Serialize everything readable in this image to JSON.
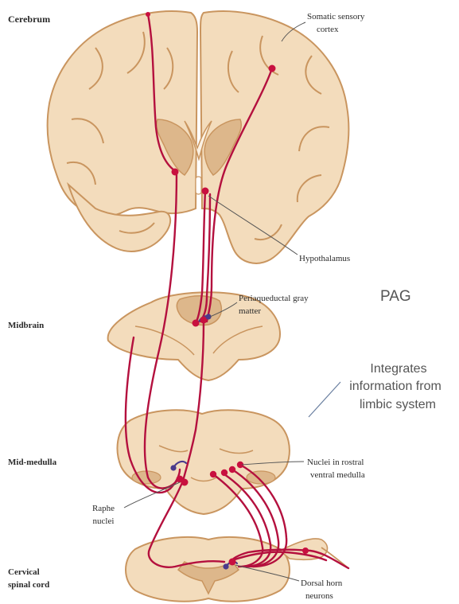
{
  "labels": {
    "cerebrum": "Cerebrum",
    "somatic_1": "Somatic sensory",
    "somatic_2": "cortex",
    "hypothalamus": "Hypothalamus",
    "pag_1": "Periaqueductal gray",
    "pag_2": "matter",
    "pag_annotation": "PAG",
    "midbrain": "Midbrain",
    "integrates_1": "Integrates",
    "integrates_2": "information from",
    "integrates_3": "limbic system",
    "mid_medulla": "Mid-medulla",
    "nuclei_1": "Nuclei in rostral",
    "nuclei_2": "ventral medulla",
    "raphe_1": "Raphe",
    "raphe_2": "nuclei",
    "cervical_1": "Cervical",
    "cervical_2": "spinal cord",
    "dorsal_1": "Dorsal horn",
    "dorsal_2": "neurons"
  },
  "colors": {
    "tissue": "#f3dcbc",
    "tissue_stroke": "#c9955f",
    "gray_matter": "#ddb78b",
    "pathway": "#b4103e",
    "neuron": "#c8103f",
    "interneuron": "#4a3a8c",
    "leader": "#555555",
    "annotation_line": "#6a7fa0"
  }
}
